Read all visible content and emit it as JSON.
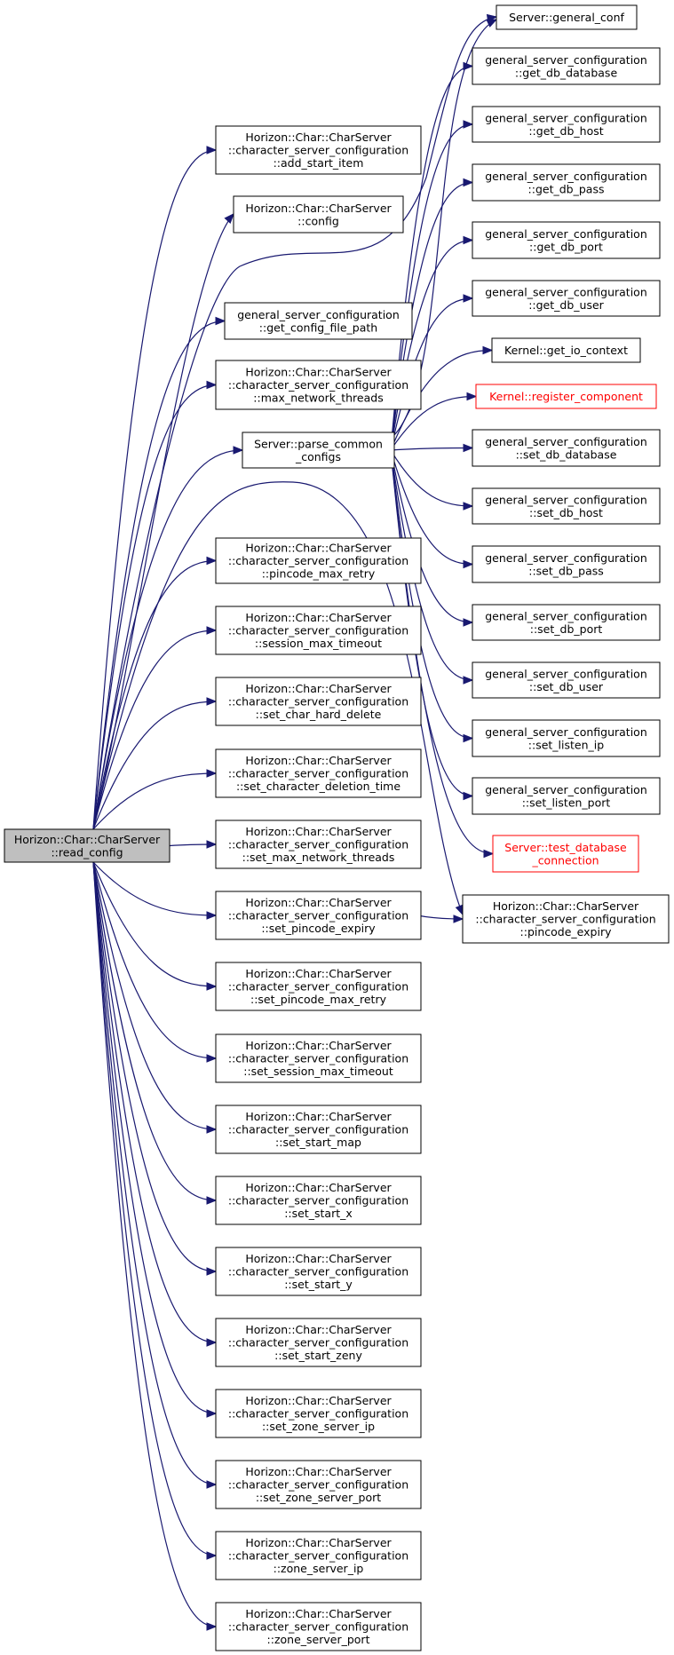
{
  "colors": {
    "edge": "#191970",
    "root_fill": "#bfbfbf",
    "node_fill": "#ffffff",
    "node_border": "#000000",
    "red_border": "#ff0000"
  },
  "nodes": {
    "root": {
      "lines": [
        "Horizon::Char::CharServer",
        "::read_config"
      ],
      "style": "root"
    },
    "add_start_item": {
      "lines": [
        "Horizon::Char::CharServer",
        "::character_server_configuration",
        "::add_start_item"
      ]
    },
    "config": {
      "lines": [
        "Horizon::Char::CharServer",
        "::config"
      ]
    },
    "get_config_file_path": {
      "lines": [
        "general_server_configuration",
        "::get_config_file_path"
      ]
    },
    "max_network_threads": {
      "lines": [
        "Horizon::Char::CharServer",
        "::character_server_configuration",
        "::max_network_threads"
      ]
    },
    "parse_common_configs": {
      "lines": [
        "Server::parse_common",
        "_configs"
      ]
    },
    "pincode_max_retry": {
      "lines": [
        "Horizon::Char::CharServer",
        "::character_server_configuration",
        "::pincode_max_retry"
      ]
    },
    "session_max_timeout": {
      "lines": [
        "Horizon::Char::CharServer",
        "::character_server_configuration",
        "::session_max_timeout"
      ]
    },
    "set_char_hard_delete": {
      "lines": [
        "Horizon::Char::CharServer",
        "::character_server_configuration",
        "::set_char_hard_delete"
      ]
    },
    "set_character_deletion_time": {
      "lines": [
        "Horizon::Char::CharServer",
        "::character_server_configuration",
        "::set_character_deletion_time"
      ]
    },
    "set_max_network_threads": {
      "lines": [
        "Horizon::Char::CharServer",
        "::character_server_configuration",
        "::set_max_network_threads"
      ]
    },
    "set_pincode_expiry": {
      "lines": [
        "Horizon::Char::CharServer",
        "::character_server_configuration",
        "::set_pincode_expiry"
      ]
    },
    "set_pincode_max_retry": {
      "lines": [
        "Horizon::Char::CharServer",
        "::character_server_configuration",
        "::set_pincode_max_retry"
      ]
    },
    "set_session_max_timeout": {
      "lines": [
        "Horizon::Char::CharServer",
        "::character_server_configuration",
        "::set_session_max_timeout"
      ]
    },
    "set_start_map": {
      "lines": [
        "Horizon::Char::CharServer",
        "::character_server_configuration",
        "::set_start_map"
      ]
    },
    "set_start_x": {
      "lines": [
        "Horizon::Char::CharServer",
        "::character_server_configuration",
        "::set_start_x"
      ]
    },
    "set_start_y": {
      "lines": [
        "Horizon::Char::CharServer",
        "::character_server_configuration",
        "::set_start_y"
      ]
    },
    "set_start_zeny": {
      "lines": [
        "Horizon::Char::CharServer",
        "::character_server_configuration",
        "::set_start_zeny"
      ]
    },
    "set_zone_server_ip": {
      "lines": [
        "Horizon::Char::CharServer",
        "::character_server_configuration",
        "::set_zone_server_ip"
      ]
    },
    "set_zone_server_port": {
      "lines": [
        "Horizon::Char::CharServer",
        "::character_server_configuration",
        "::set_zone_server_port"
      ]
    },
    "zone_server_ip": {
      "lines": [
        "Horizon::Char::CharServer",
        "::character_server_configuration",
        "::zone_server_ip"
      ]
    },
    "zone_server_port": {
      "lines": [
        "Horizon::Char::CharServer",
        "::character_server_configuration",
        "::zone_server_port"
      ]
    },
    "general_conf": {
      "lines": [
        "Server::general_conf"
      ]
    },
    "get_db_database": {
      "lines": [
        "general_server_configuration",
        "::get_db_database"
      ]
    },
    "get_db_host": {
      "lines": [
        "general_server_configuration",
        "::get_db_host"
      ]
    },
    "get_db_pass": {
      "lines": [
        "general_server_configuration",
        "::get_db_pass"
      ]
    },
    "get_db_port": {
      "lines": [
        "general_server_configuration",
        "::get_db_port"
      ]
    },
    "get_db_user": {
      "lines": [
        "general_server_configuration",
        "::get_db_user"
      ]
    },
    "get_io_context": {
      "lines": [
        "Kernel::get_io_context"
      ]
    },
    "register_component": {
      "lines": [
        "Kernel::register_component"
      ],
      "style": "red"
    },
    "set_db_database": {
      "lines": [
        "general_server_configuration",
        "::set_db_database"
      ]
    },
    "set_db_host": {
      "lines": [
        "general_server_configuration",
        "::set_db_host"
      ]
    },
    "set_db_pass": {
      "lines": [
        "general_server_configuration",
        "::set_db_pass"
      ]
    },
    "set_db_port": {
      "lines": [
        "general_server_configuration",
        "::set_db_port"
      ]
    },
    "set_db_user": {
      "lines": [
        "general_server_configuration",
        "::set_db_user"
      ]
    },
    "set_listen_ip": {
      "lines": [
        "general_server_configuration",
        "::set_listen_ip"
      ]
    },
    "set_listen_port": {
      "lines": [
        "general_server_configuration",
        "::set_listen_port"
      ]
    },
    "test_database_connection": {
      "lines": [
        "Server::test_database",
        "_connection"
      ],
      "style": "red"
    },
    "pincode_expiry": {
      "lines": [
        "Horizon::Char::CharServer",
        "::character_server_configuration",
        "::pincode_expiry"
      ]
    }
  },
  "edges": [
    [
      "root",
      "add_start_item"
    ],
    [
      "root",
      "config"
    ],
    [
      "root",
      "get_config_file_path"
    ],
    [
      "root",
      "max_network_threads"
    ],
    [
      "root",
      "parse_common_configs"
    ],
    [
      "root",
      "pincode_max_retry"
    ],
    [
      "root",
      "session_max_timeout"
    ],
    [
      "root",
      "set_char_hard_delete"
    ],
    [
      "root",
      "set_character_deletion_time"
    ],
    [
      "root",
      "set_max_network_threads"
    ],
    [
      "root",
      "set_pincode_expiry"
    ],
    [
      "root",
      "set_pincode_max_retry"
    ],
    [
      "root",
      "set_session_max_timeout"
    ],
    [
      "root",
      "set_start_map"
    ],
    [
      "root",
      "set_start_x"
    ],
    [
      "root",
      "set_start_y"
    ],
    [
      "root",
      "set_start_zeny"
    ],
    [
      "root",
      "set_zone_server_ip"
    ],
    [
      "root",
      "set_zone_server_port"
    ],
    [
      "root",
      "zone_server_ip"
    ],
    [
      "root",
      "zone_server_port"
    ],
    [
      "root",
      "general_conf"
    ],
    [
      "root",
      "pincode_expiry"
    ],
    [
      "parse_common_configs",
      "general_conf"
    ],
    [
      "parse_common_configs",
      "get_db_database"
    ],
    [
      "parse_common_configs",
      "get_db_host"
    ],
    [
      "parse_common_configs",
      "get_db_pass"
    ],
    [
      "parse_common_configs",
      "get_db_port"
    ],
    [
      "parse_common_configs",
      "get_db_user"
    ],
    [
      "parse_common_configs",
      "get_io_context"
    ],
    [
      "parse_common_configs",
      "register_component"
    ],
    [
      "parse_common_configs",
      "set_db_database"
    ],
    [
      "parse_common_configs",
      "set_db_host"
    ],
    [
      "parse_common_configs",
      "set_db_pass"
    ],
    [
      "parse_common_configs",
      "set_db_port"
    ],
    [
      "parse_common_configs",
      "set_db_user"
    ],
    [
      "parse_common_configs",
      "set_listen_ip"
    ],
    [
      "parse_common_configs",
      "set_listen_port"
    ],
    [
      "parse_common_configs",
      "test_database_connection"
    ],
    [
      "set_pincode_expiry",
      "pincode_expiry"
    ]
  ]
}
